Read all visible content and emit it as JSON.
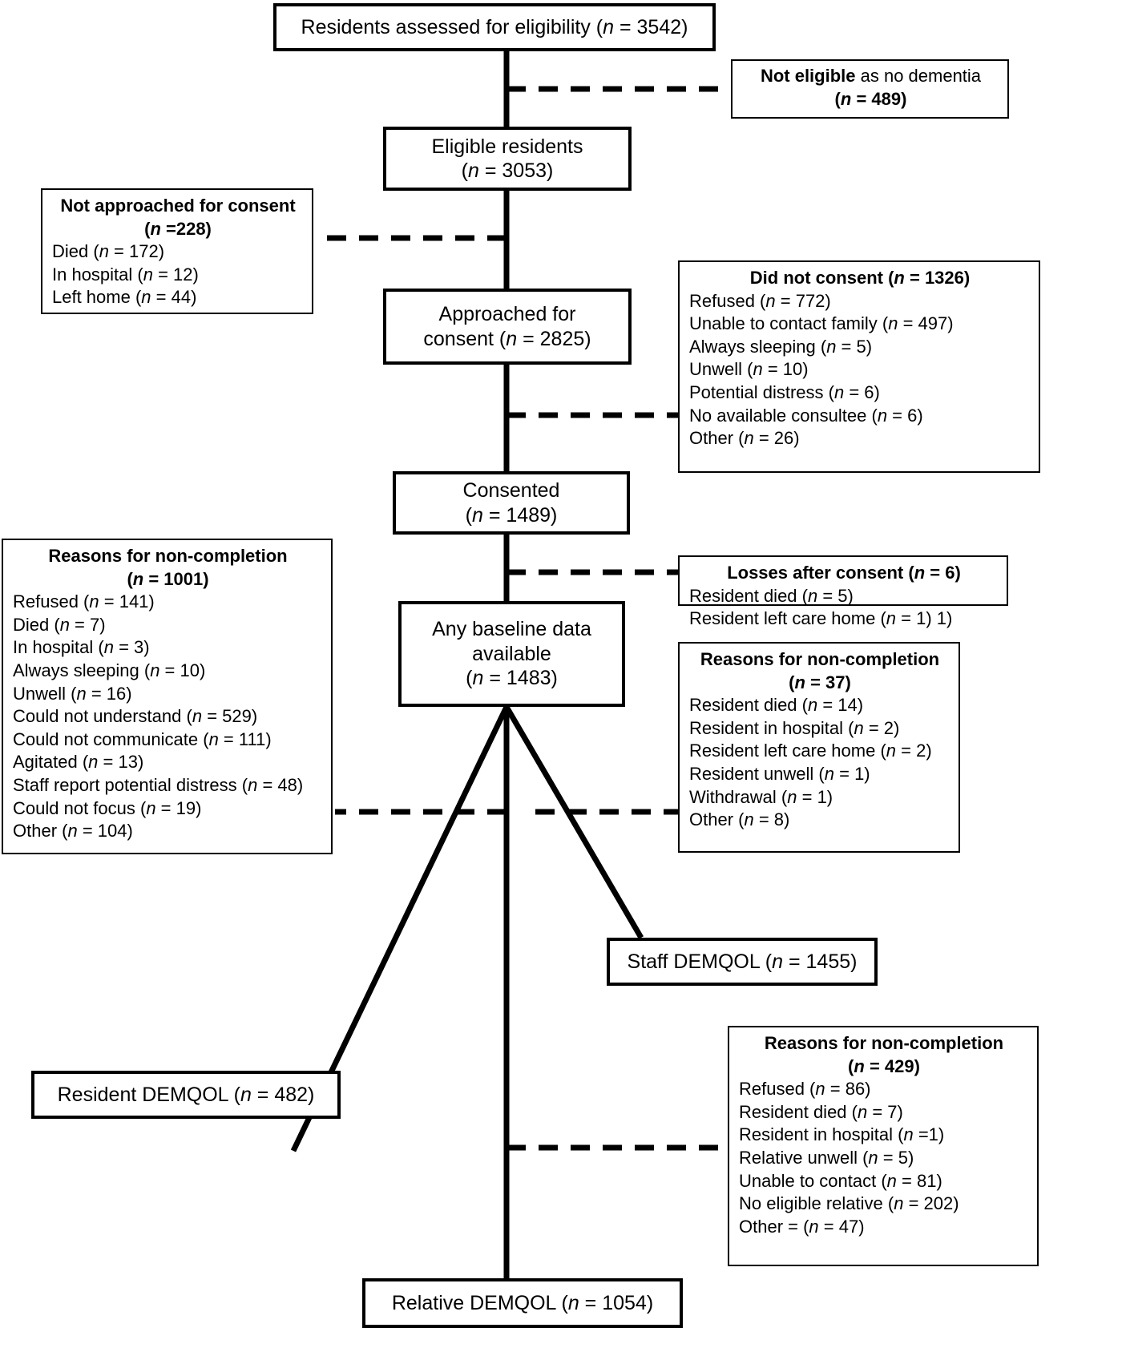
{
  "figure": {
    "type": "flow-diagram",
    "title": "CONSORT-style participant flow diagram",
    "colors": {
      "line": "#000000",
      "background": "#ffffff",
      "text": "#000000"
    }
  },
  "main_nodes": {
    "assessed": {
      "line1": "Residents assessed for eligibility (n = 3542)"
    },
    "eligible": {
      "line1": "Eligible residents",
      "line2": "(n = 3053)"
    },
    "approached": {
      "line1": "Approached for",
      "line2": "consent (n = 2825)"
    },
    "consented": {
      "line1": "Consented",
      "line2": "(n = 1489)"
    },
    "baseline": {
      "line1": "Any baseline data",
      "line2": "available",
      "line3": "(n = 1483)"
    },
    "staff_demqol": {
      "line1": "Staff DEMQOL (n = 1455)"
    },
    "resident_demqol": {
      "line1": "Resident DEMQOL (n = 482)"
    },
    "relative_demqol": {
      "line1": "Relative DEMQOL (n = 1054)"
    }
  },
  "side_boxes": {
    "not_eligible": {
      "header_bold": "Not eligible",
      "header_rest": " as no dementia",
      "header_count": "(n = 489)",
      "items": []
    },
    "not_approached": {
      "header": "Not approached for consent",
      "header_count": "(n =228)",
      "items": [
        "Died (n = 172)",
        "In hospital (n = 12)",
        "Left home (n = 44)"
      ]
    },
    "did_not_consent": {
      "header": "Did not consent (n = 1326)",
      "items": [
        "Refused (n = 772)",
        "Unable to contact family (n = 497)",
        "Always sleeping (n = 5)",
        "Unwell (n = 10)",
        "Potential distress (n = 6)",
        "No available consultee (n = 6)",
        "Other (n = 26)"
      ]
    },
    "losses_after_consent": {
      "header": "Losses after consent (n = 6)",
      "items": [
        "Resident died (n = 5)",
        "Resident left care home (n = 1) 1)"
      ]
    },
    "noncompletion_1001": {
      "header": "Reasons for non-completion",
      "header_count": "(n = 1001)",
      "items": [
        "Refused (n = 141)",
        "Died (n = 7)",
        "In hospital (n = 3)",
        "Always sleeping (n = 10)",
        "Unwell (n = 16)",
        "Could not understand (n = 529)",
        "Could not communicate (n = 111)",
        "Agitated (n = 13)",
        "Staff report potential distress (n = 48)",
        "Could not focus (n = 19)",
        "Other (n = 104)"
      ]
    },
    "noncompletion_37": {
      "header": "Reasons for non-completion",
      "header_count": "(n = 37)",
      "items": [
        "Resident died (n = 14)",
        "Resident in hospital (n = 2)",
        "Resident left care home (n = 2)",
        "Resident unwell (n = 1)",
        "Withdrawal (n = 1)",
        "Other (n = 8)"
      ]
    },
    "noncompletion_429": {
      "header": "Reasons for non-completion",
      "header_count": "(n = 429)",
      "items": [
        "Refused (n = 86)",
        "Resident died (n = 7)",
        "Resident in hospital (n =1)",
        "Relative unwell (n = 5)",
        "Unable to contact (n = 81)",
        "No eligible relative (n = 202)",
        "Other = (n = 47)"
      ]
    }
  }
}
